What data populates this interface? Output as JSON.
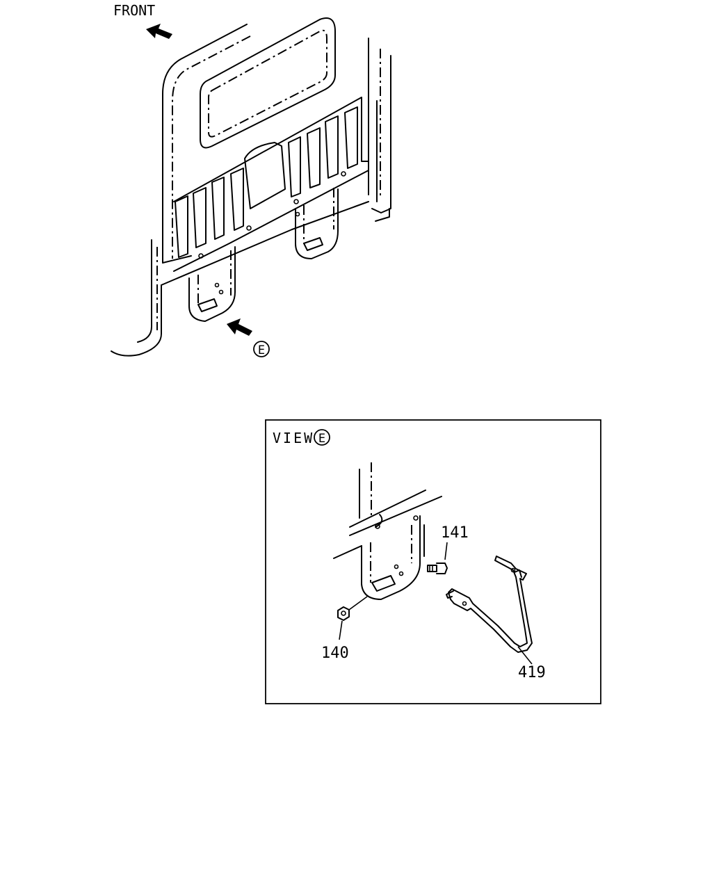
{
  "labels": {
    "front": "FRONT",
    "view_marker": "E",
    "view_title": "VIEW",
    "view_title_marker": "E",
    "part_141": "141",
    "part_140": "140",
    "part_419": "419"
  },
  "colors": {
    "ink": "#000000",
    "background": "#ffffff"
  },
  "icons": {
    "front_arrow": "arrow-upleft-icon",
    "view_arrow": "arrow-upleft-icon",
    "view_marker": "circled-letter-icon"
  }
}
